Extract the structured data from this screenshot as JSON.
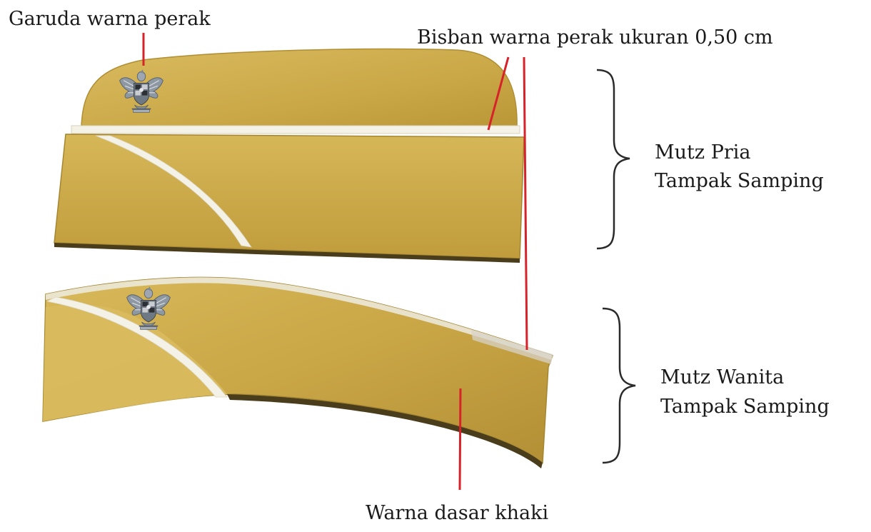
{
  "labels": {
    "garuda": "Garuda warna perak",
    "bisban": "Bisban warna perak ukuran 0,50 cm",
    "pria_line1": "Mutz Pria",
    "pria_line2": "Tampak Samping",
    "wanita_line1": "Mutz Wanita",
    "wanita_line2": "Tampak Samping",
    "khaki": "Warna dasar khaki"
  },
  "colors": {
    "khaki": "#c9a646",
    "khaki_light": "#d8b95a",
    "khaki_dark": "#b08e33",
    "band_silver": "#f4f1e6",
    "pointer_red": "#d8222a",
    "bracket": "#2a2a2a",
    "emblem_silver": "#9aa3ad"
  },
  "icons": {
    "emblem": "garuda-emblem-icon"
  }
}
